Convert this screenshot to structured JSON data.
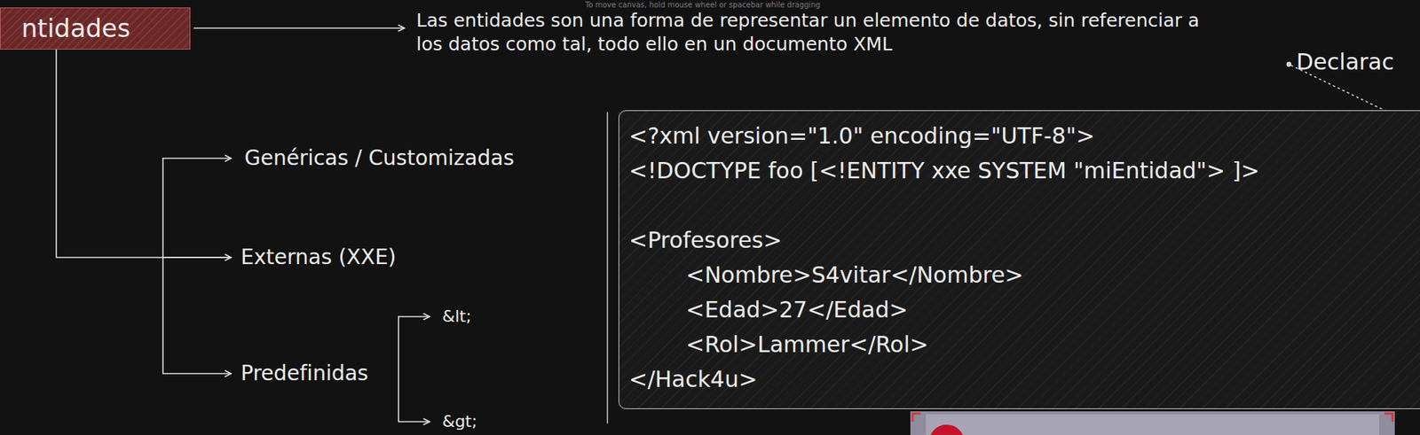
{
  "diagram": {
    "nodes": [
      {
        "text": [
          "ntidades"
        ]
      },
      {
        "text": [
          "<?xml version=\"1.0\" encoding=\"UTF-8\">",
          "<!DOCTYPE foo [<!ENTITY xxe SYSTEM \"miEntidad\"> ]>",
          "<Profesores>",
          "<Nombre>S4vitar</Nombre>",
          "<Edad>27</Edad>",
          "<Rol>Lammer</Rol>",
          "</Hack4u>"
        ]
      }
    ],
    "labels": [
      "Las entidades son una forma de representar un elemento de datos, sin referenciar a los datos como tal, todo ello en un documento XML",
      "To move canvas, hold mouse wheel or spacebar while dragging",
      "Genéricas / Customizadas",
      "Externas (XXE)",
      "Predefinidas",
      "&lt;",
      "&gt;",
      "Declarac"
    ]
  }
}
